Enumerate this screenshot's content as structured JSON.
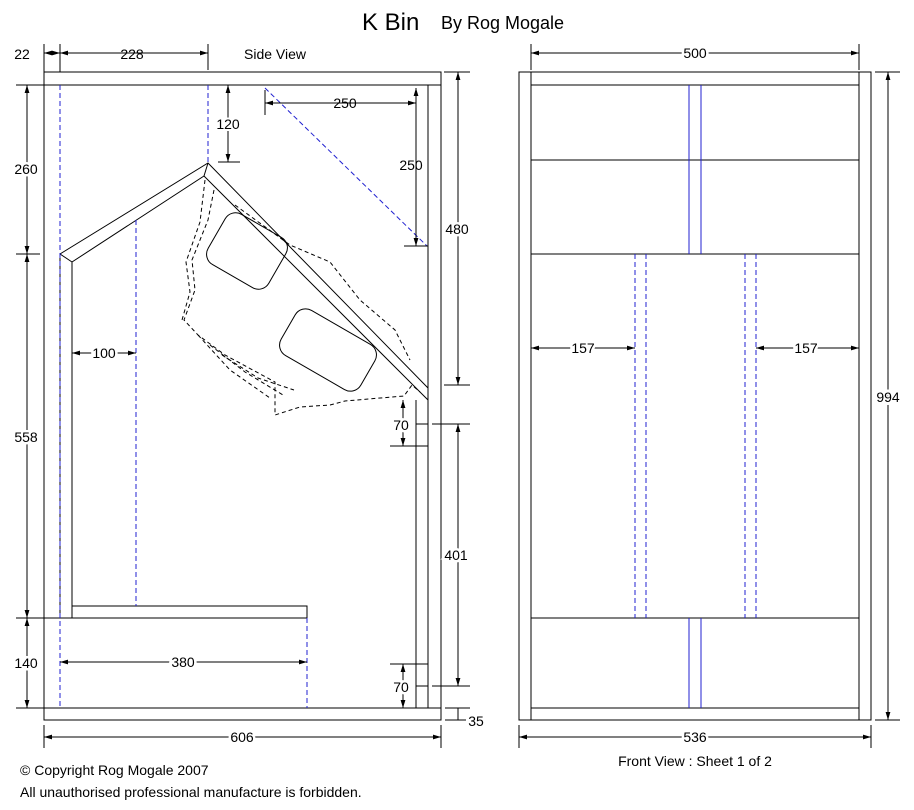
{
  "title": {
    "main": "K Bin",
    "by": "By Rog Mogale"
  },
  "views": {
    "side": "Side View",
    "front": "Front View : Sheet 1 of 2"
  },
  "side_dims": {
    "d22": "22",
    "d228": "228",
    "d250h": "250",
    "d250v": "250",
    "d120": "120",
    "d260": "260",
    "d480": "480",
    "d100": "100",
    "d558": "558",
    "d70a": "70",
    "d401": "401",
    "d140": "140",
    "d380": "380",
    "d70b": "70",
    "d35": "35",
    "d606": "606"
  },
  "front_dims": {
    "d500": "500",
    "d994": "994",
    "d157l": "157",
    "d157r": "157",
    "d536": "536"
  },
  "footer": {
    "copyright": "© Copyright Rog Mogale 2007",
    "notice": "All unauthorised professional manufacture is forbidden."
  }
}
